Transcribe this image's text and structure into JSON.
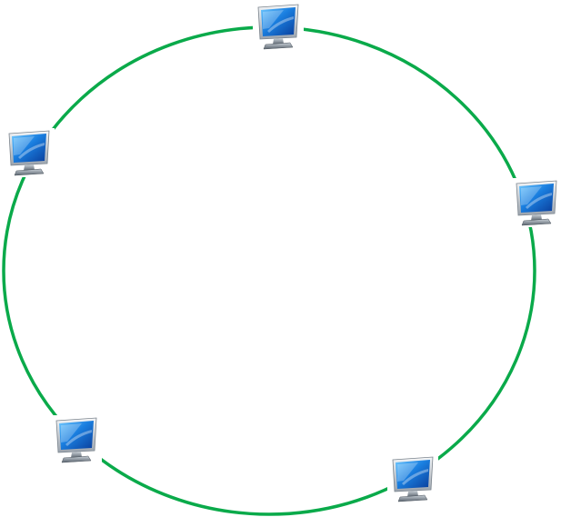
{
  "diagram": {
    "topology": "ring",
    "ring_color": "#0aaa4a",
    "background": "#ffffff",
    "node_icon": "computer-monitor-icon",
    "nodes": [
      {
        "name": "node-top"
      },
      {
        "name": "node-upper-left"
      },
      {
        "name": "node-right"
      },
      {
        "name": "node-lower-left"
      },
      {
        "name": "node-lower-right"
      }
    ]
  }
}
